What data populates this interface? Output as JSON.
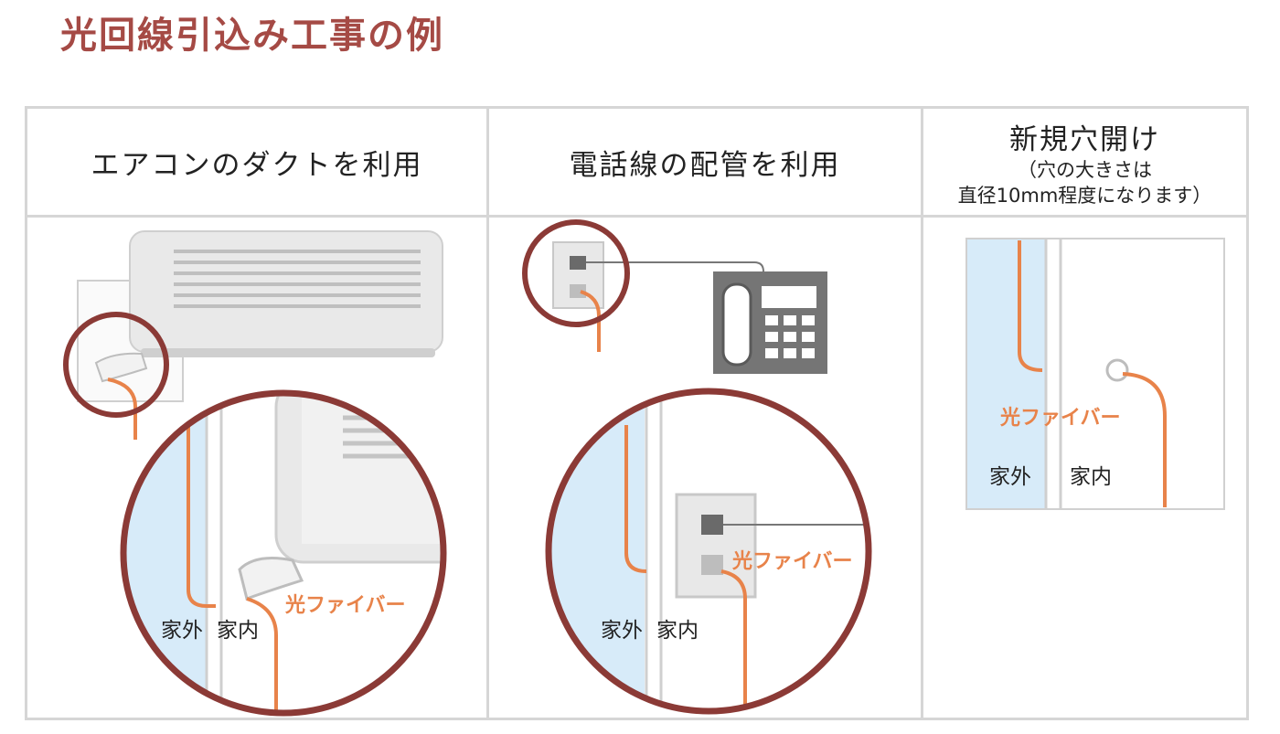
{
  "title": "光回線引込み工事の例",
  "panels": [
    {
      "heading": "エアコンのダクトを利用",
      "labels": {
        "outside": "家外",
        "inside": "家内",
        "fiber": "光ファイバー"
      }
    },
    {
      "heading": "電話線の配管を利用",
      "labels": {
        "outside": "家外",
        "inside": "家内",
        "fiber": "光ファイバー"
      }
    },
    {
      "heading": "新規穴開け",
      "sub_line1": "（穴の大きさは",
      "sub_line2": "直径10mm程度になります）",
      "labels": {
        "outside": "家外",
        "inside": "家内",
        "fiber": "光ファイバー"
      }
    }
  ],
  "colors": {
    "title": "#a54a45",
    "circle": "#8b3a36",
    "fiber": "#e8834a",
    "outside_wall": "#d7ebf9",
    "grid": "#d6d6d6"
  }
}
